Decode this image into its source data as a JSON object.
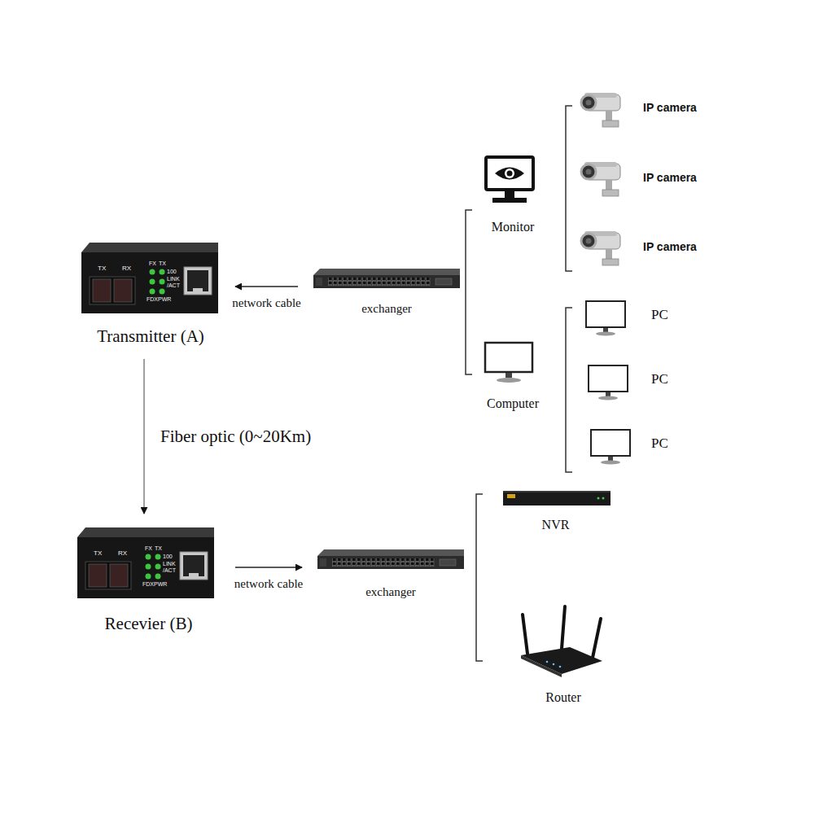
{
  "diagram": {
    "nodes": [
      {
        "text": [
          "Transmitter (A)"
        ]
      },
      {
        "text": [
          "exchanger"
        ]
      },
      {
        "text": [
          "Monitor"
        ]
      },
      {
        "text": [
          "IP camera"
        ]
      },
      {
        "text": [
          "IP camera"
        ]
      },
      {
        "text": [
          "IP camera"
        ]
      },
      {
        "text": [
          "Computer"
        ]
      },
      {
        "text": [
          "PC"
        ]
      },
      {
        "text": [
          "PC"
        ]
      },
      {
        "text": [
          "PC"
        ]
      },
      {
        "text": [
          "Recevier (B)"
        ]
      },
      {
        "text": [
          "exchanger"
        ]
      },
      {
        "text": [
          "NVR"
        ]
      },
      {
        "text": [
          "Router"
        ]
      }
    ],
    "edges": [
      {
        "from": 1,
        "to": 0,
        "arrow": "to",
        "label": "network cable"
      },
      {
        "from": 0,
        "to": 10,
        "arrow": "to",
        "label": "Fiber optic (0~20Km)"
      },
      {
        "from": 10,
        "to": 11,
        "arrow": "to",
        "label": "network cable"
      }
    ],
    "labels": [
      "TX",
      "RX",
      "FX",
      "TX",
      "100",
      "LINK /ACT",
      "FDX",
      "PWR",
      "TX",
      "RX",
      "FX",
      "TX",
      "100",
      "LINK /ACT",
      "FDX",
      "PWR"
    ]
  }
}
